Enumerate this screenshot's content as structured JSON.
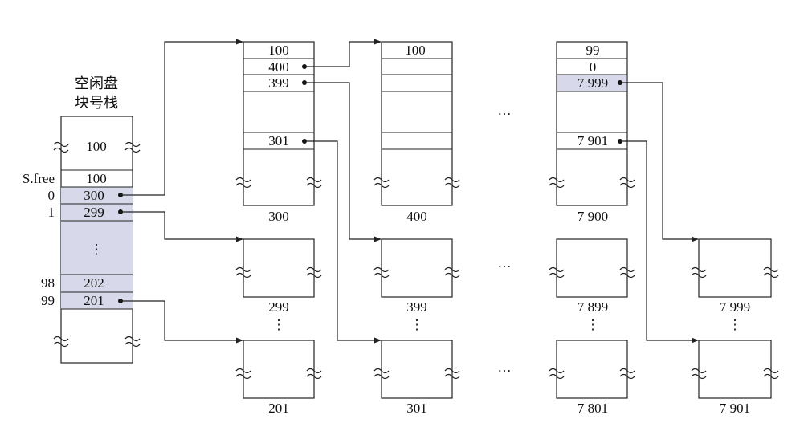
{
  "stack": {
    "title_line1": "空闲盘",
    "title_line2": "块号栈",
    "top_value": "100",
    "sfree_label": "S.free",
    "sfree_value": "100",
    "rows": [
      {
        "index": "0",
        "value": "300"
      },
      {
        "index": "1",
        "value": "299"
      },
      {
        "index": "98",
        "value": "202"
      },
      {
        "index": "99",
        "value": "201"
      }
    ],
    "ellipsis": "⋮"
  },
  "groups": [
    {
      "caption": "300",
      "entries": [
        "100",
        "400",
        "399",
        "301"
      ]
    },
    {
      "caption": "400",
      "entries": [
        "100"
      ]
    },
    {
      "caption": "7 900",
      "entries": [
        "99",
        "0",
        "7 999",
        "7 901"
      ]
    }
  ],
  "blocks": {
    "row2": [
      "299",
      "399",
      "7 899",
      "7 999"
    ],
    "row3": [
      "201",
      "301",
      "7 801",
      "7 901"
    ]
  },
  "ellipsis": {
    "horizontal": "…",
    "vertical": "⋮"
  },
  "colors": {
    "highlight": "#d7d9ea",
    "line": "#222222"
  }
}
